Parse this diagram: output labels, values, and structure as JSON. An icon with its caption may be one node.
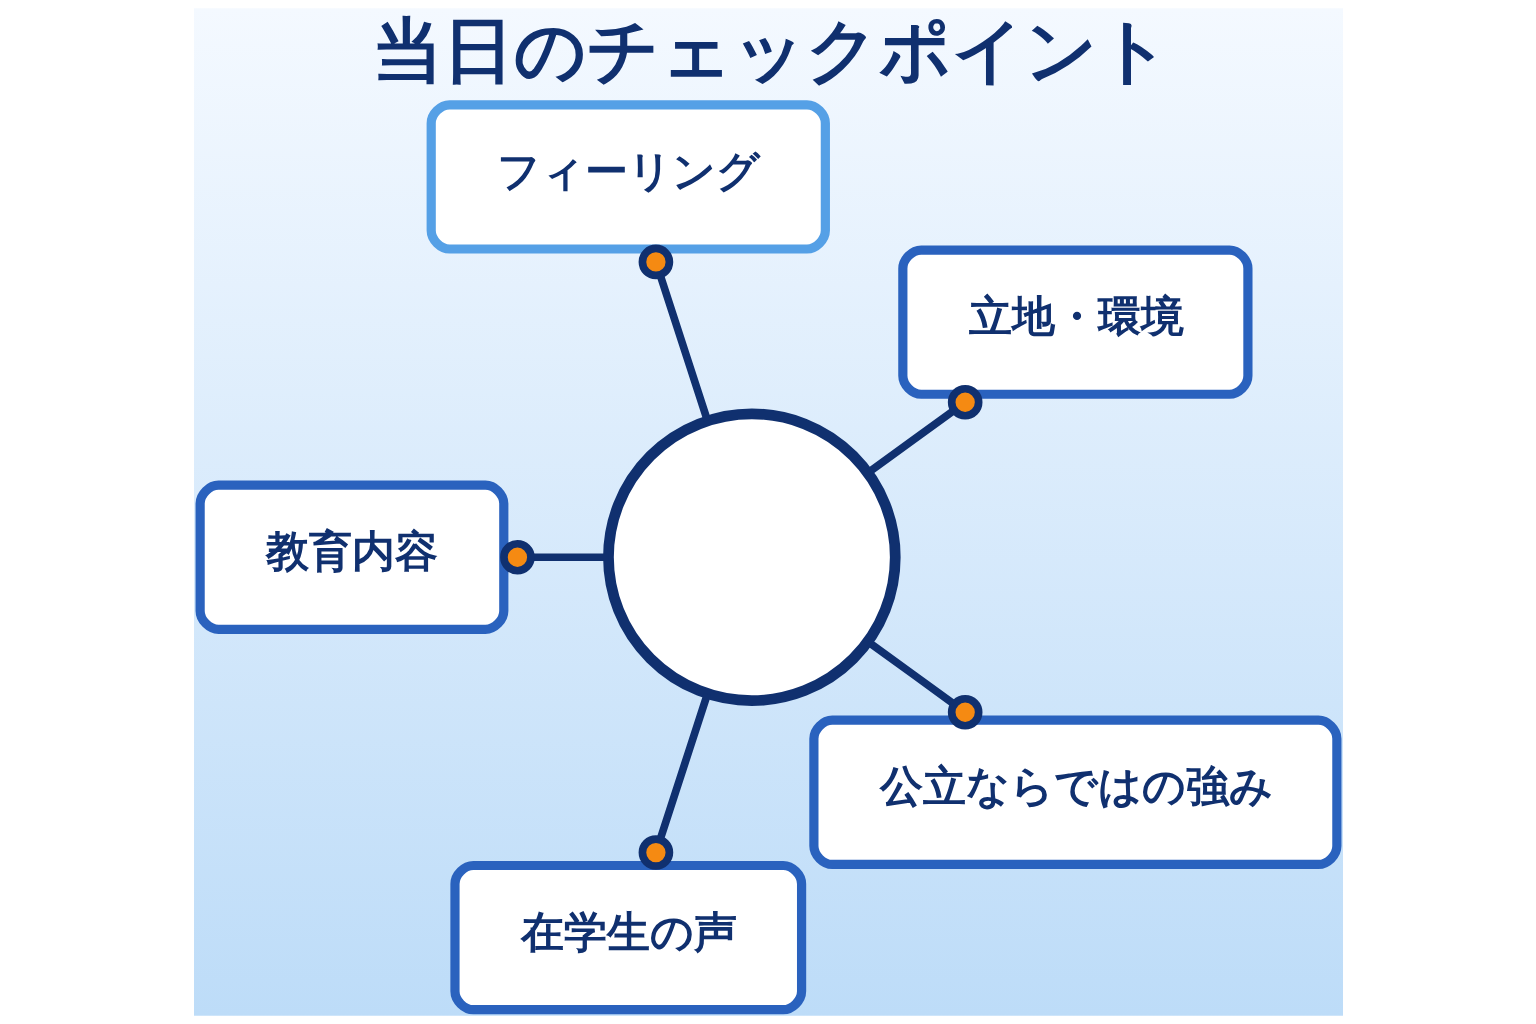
{
  "diagram": {
    "title": "当日のチェックポイント",
    "nodes": [
      {
        "text": [
          "フィーリング"
        ]
      },
      {
        "text": [
          "教育内容"
        ]
      },
      {
        "text": [],
        "shape": "circle"
      },
      {
        "text": [
          "立地・環境"
        ]
      },
      {
        "text": [
          "在学生の声"
        ]
      },
      {
        "text": [
          "公立ならではの強み"
        ]
      }
    ],
    "edges": [
      {
        "from": 2,
        "to": 0,
        "arrow": "other"
      },
      {
        "from": 2,
        "to": 1,
        "arrow": "other"
      },
      {
        "from": 2,
        "to": 3,
        "arrow": "other"
      },
      {
        "from": 2,
        "to": 4,
        "arrow": "other"
      },
      {
        "from": 2,
        "to": 5,
        "arrow": "other"
      }
    ]
  }
}
